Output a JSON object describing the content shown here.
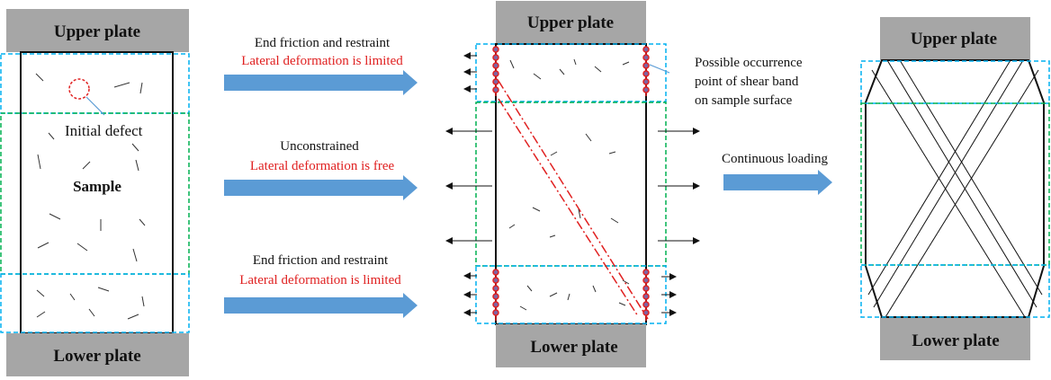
{
  "labels": {
    "upper_plate": "Upper plate",
    "lower_plate": "Lower plate",
    "initial_defect": "Initial defect",
    "sample": "Sample",
    "arrow1_line1": "End friction and restraint",
    "arrow1_line2": "Lateral deformation is limited",
    "arrow2_line1": "Unconstrained",
    "arrow2_line2": "Lateral deformation is free",
    "arrow3_line1": "End friction and restraint",
    "arrow3_line2": "Lateral deformation is limited",
    "shear_note_line1": "Possible occurrence",
    "shear_note_line2": "point of shear band",
    "shear_note_line3": "on sample surface",
    "continuous_loading": "Continuous loading"
  },
  "colors": {
    "plate_fill": "#a6a6a6",
    "transfer_arrow": "#5b9bd5",
    "cyan_dash": "#00b0f0",
    "green_dash": "#00b050",
    "red": "#e02020",
    "defect_dot": "#8064a2"
  }
}
